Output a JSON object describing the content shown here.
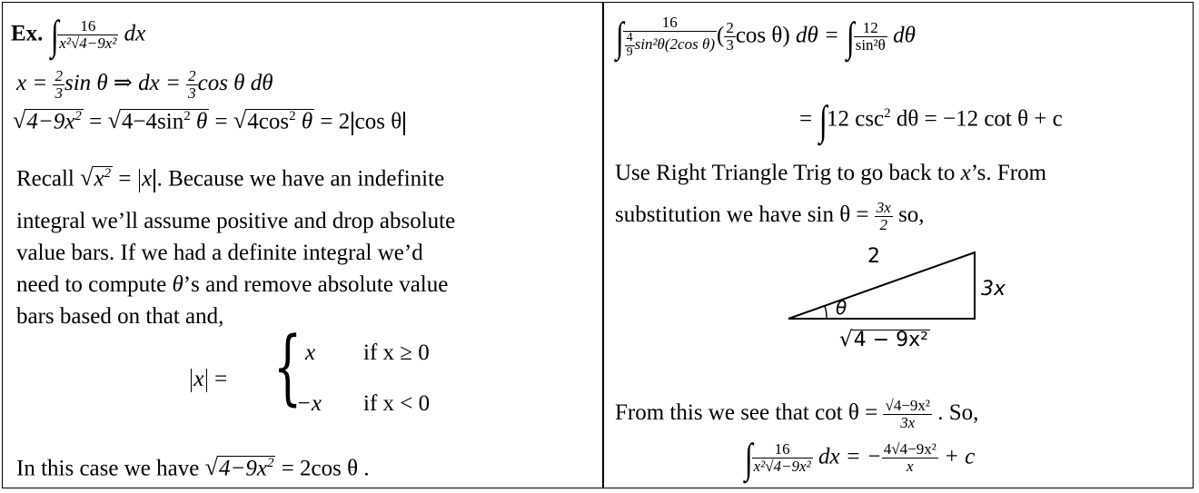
{
  "left": {
    "ex_label": "Ex.",
    "integrand_num": "16",
    "integrand_den": "x²√4−9x²",
    "dx": "dx",
    "line2": {
      "lhs": "x = ",
      "f_num": "2",
      "f_den": "3",
      "mid": "sin θ  ⇒  dx = ",
      "f2_num": "2",
      "f2_den": "3",
      "rhs": "cos θ dθ"
    },
    "line3": {
      "a": "4−9x",
      "b": " = ",
      "c": "4−4sin",
      "d": "θ",
      "e": " = ",
      "f": "4cos",
      "g": "θ",
      "h": " = 2",
      "i": "cos θ"
    },
    "recall_a": "Recall",
    "recall_b": "x",
    "recall_c": " = ",
    "recall_d": "x",
    "recall_e": ".  Because we have an indefinite",
    "p1": "integral we’ll assume positive and drop absolute",
    "p2": "value bars.  If we had a definite integral we’d",
    "p3a": "need to compute ",
    "p3b": "θ",
    "p3c": "’s and remove absolute value",
    "p4": "bars based on that and,",
    "abs_x": "x",
    "eq": "=",
    "case1_val": "x",
    "case1_cond": "if x ≥ 0",
    "case2_val": "−x",
    "case2_cond": "if x < 0",
    "final_a": "In this case we have",
    "final_b": "4−9x",
    "final_c": " = 2cos θ ."
  },
  "right": {
    "r1_num": "16",
    "r1_den_a": "4",
    "r1_den_b": "9",
    "r1_den_c": "sin²θ(2cos θ)",
    "r1_paren_num": "2",
    "r1_paren_den": "3",
    "r1_paren_rest": "cos θ",
    "r1_dtheta": "dθ = ",
    "r1_rhs_num": "12",
    "r1_rhs_den": "sin²θ",
    "r1_rhs_d": "dθ",
    "r2_a": "= ",
    "r2_b": "12 csc",
    "r2_c": " dθ = −12 cot θ + c",
    "p1a": "Use Right Triangle Trig to go back to ",
    "p1b": "x",
    "p1c": "’s.  From",
    "p2a": "substitution we have  sin θ = ",
    "p2_num": "3x",
    "p2_den": "2",
    "p2b": "  so,",
    "tri_hyp": "2",
    "tri_opp": "3x",
    "tri_angle": "θ",
    "tri_adj": "4 − 9x²",
    "p3a": "From this we see that  cot θ = ",
    "p3_num": "√4−9x²",
    "p3_den": "3x",
    "p3b": " .  So,",
    "res_num": "16",
    "res_den": "x²√4−9x²",
    "res_mid": "dx = −",
    "res_num2": "4√4−9x²",
    "res_den2": "x",
    "res_end": "+ c"
  }
}
